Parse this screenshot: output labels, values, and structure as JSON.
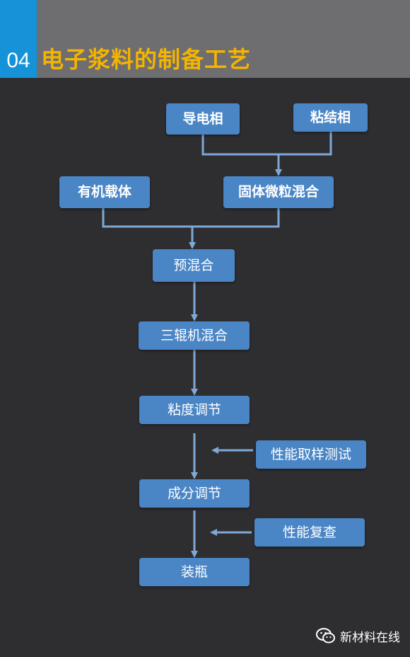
{
  "header": {
    "number": "04",
    "title": "电子浆料的制备工艺"
  },
  "nodes": {
    "conductive_phase": "导电相",
    "binder_phase": "粘结相",
    "organic_carrier": "有机载体",
    "solid_particle_mixing": "固体微粒混合",
    "pre_mixing": "预混合",
    "three_roll_mixing": "三辊机混合",
    "viscosity_adjust": "粘度调节",
    "performance_sampling": "性能取样测试",
    "composition_adjust": "成分调节",
    "performance_recheck": "性能复查",
    "bottling": "装瓶"
  },
  "footer": {
    "brand": "新材料在线"
  },
  "colors": {
    "node": "#4a86c6",
    "line": "#7ea8d6",
    "title": "#f5b400",
    "accent": "#1592d8"
  }
}
